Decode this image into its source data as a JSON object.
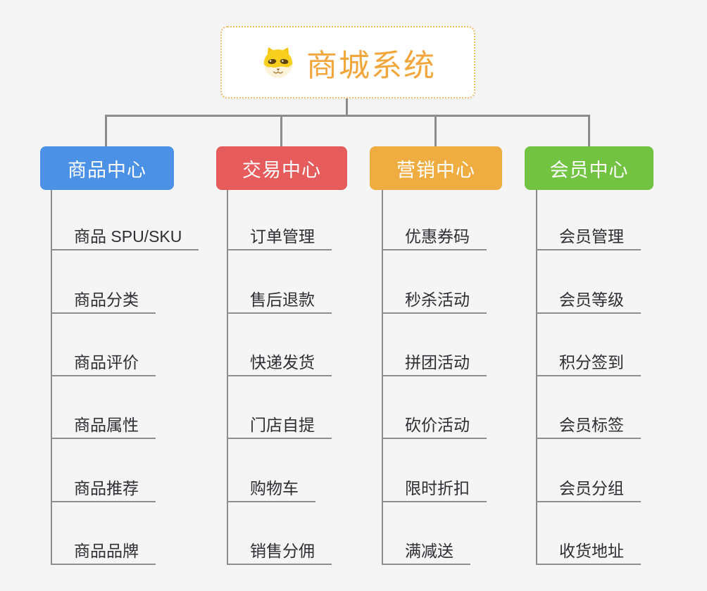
{
  "root": {
    "title": "商城系统",
    "icon": "dog-face-icon"
  },
  "branches": [
    {
      "label": "商品中心",
      "color": "#4b91e6",
      "items": [
        "商品 SPU/SKU",
        "商品分类",
        "商品评价",
        "商品属性",
        "商品推荐",
        "商品品牌"
      ]
    },
    {
      "label": "交易中心",
      "color": "#e65c5c",
      "items": [
        "订单管理",
        "售后退款",
        "快递发货",
        "门店自提",
        "购物车",
        "销售分佣"
      ]
    },
    {
      "label": "营销中心",
      "color": "#efad41",
      "items": [
        "优惠券码",
        "秒杀活动",
        "拼团活动",
        "砍价活动",
        "限时折扣",
        "满减送"
      ]
    },
    {
      "label": "会员中心",
      "color": "#72c342",
      "items": [
        "会员管理",
        "会员等级",
        "积分签到",
        "会员标签",
        "会员分组",
        "收货地址"
      ]
    }
  ],
  "colors": {
    "background": "#f5f5f6",
    "connector": "#8c8c8c",
    "underline": "#8f8f8f",
    "item_text": "#2e2e33",
    "root_text": "#f2a63c",
    "root_border": "#f0bc6a",
    "branch_blue": "#4b91e6",
    "branch_red": "#e65c5c",
    "branch_orange": "#efad41",
    "branch_green": "#72c342"
  }
}
